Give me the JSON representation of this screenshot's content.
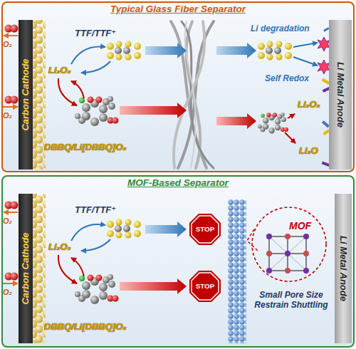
{
  "diagram": {
    "nodes": [
      {
        "text": [
          "Typical Glass Fiber Separator"
        ]
      },
      {
        "text": [
          "Carbon Cathode"
        ],
        "in": 0
      },
      {
        "text": [
          "Li Metal Anode"
        ],
        "in": 0
      },
      {
        "text": [
          "MOF-Based Separator"
        ]
      },
      {
        "text": [
          "Carbon Cathode"
        ],
        "in": 3
      },
      {
        "text": [
          "STOP"
        ],
        "in": 3
      },
      {
        "text": [
          "STOP"
        ],
        "in": 3
      },
      {
        "text": [
          "MOF"
        ],
        "in": 3
      },
      {
        "text": [
          "Li Metal Anode"
        ],
        "in": 3
      }
    ],
    "labels": [
      "O₂",
      "O₂",
      "TTF/TTF⁺",
      "Li₂O₂",
      "Li degradation",
      "Self Redox",
      "DBBQ/Li[DBBQ]O₂",
      "Li₂O₂",
      "Li₂O",
      "O₂",
      "O₂",
      "TTF/TTF⁺",
      "Li₂O₂",
      "DBBQ/Li[DBBQ]O₂",
      "Small Pore Size Restrain Shuttling"
    ]
  }
}
